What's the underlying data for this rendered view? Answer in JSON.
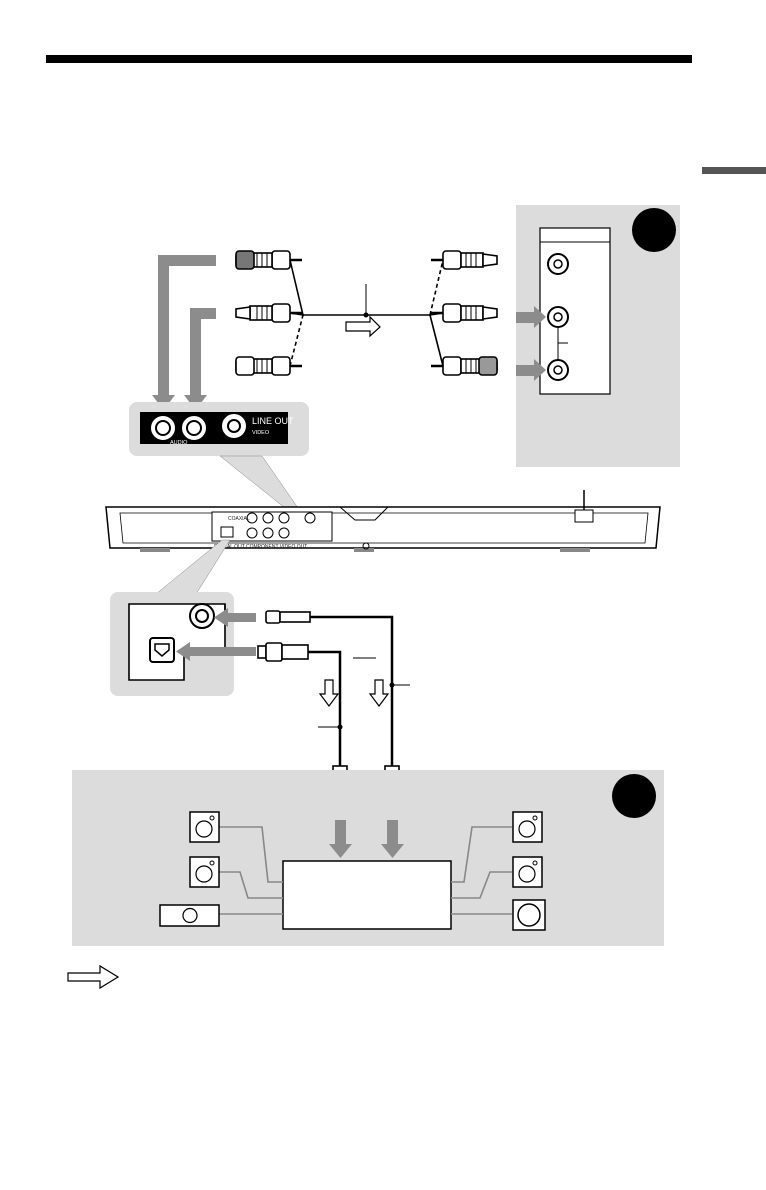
{
  "panel_labels": {
    "line_out": "LINE OUT",
    "audio": "AUDIO",
    "video": "VIDEO"
  },
  "player_labels": {
    "coaxial": "COAXIAL",
    "digital_out": "DIGITAL OUT",
    "component_video_out": "COMPONENT VIDEO OUT"
  },
  "colors": {
    "rule": "#000000",
    "panel": "#dcdcdc",
    "arrow": "#8c8c8c",
    "badge": "#000000",
    "cable": "#000000"
  }
}
